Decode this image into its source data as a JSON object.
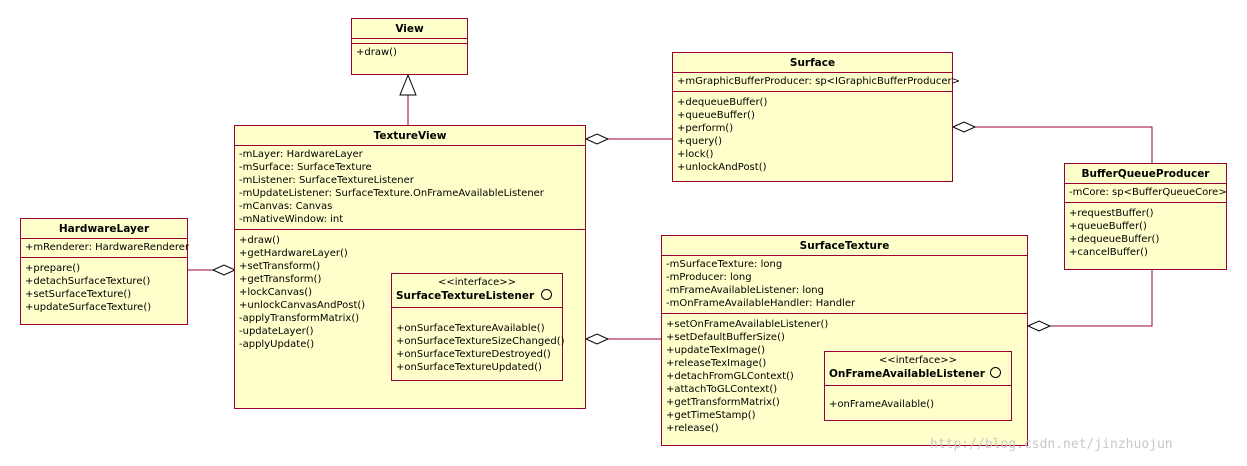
{
  "classes": {
    "view": {
      "name": "View",
      "attributes": [],
      "operations": [
        "+draw()"
      ]
    },
    "textureview": {
      "name": "TextureView",
      "attributes": [
        "-mLayer: HardwareLayer",
        "-mSurface: SurfaceTexture",
        "-mListener: SurfaceTextureListener",
        "-mUpdateListener: SurfaceTexture.OnFrameAvailableListener",
        "-mCanvas: Canvas",
        "-mNativeWindow: int"
      ],
      "operations": [
        "+draw()",
        "+getHardwareLayer()",
        "+setTransform()",
        "+getTransform()",
        "+lockCanvas()",
        "+unlockCanvasAndPost()",
        "-applyTransformMatrix()",
        "-updateLayer()",
        "-applyUpdate()"
      ]
    },
    "surface": {
      "name": "Surface",
      "attributes": [
        "+mGraphicBufferProducer: sp<IGraphicBufferProducer>"
      ],
      "operations": [
        "+dequeueBuffer()",
        "+queueBuffer()",
        "+perform()",
        "+query()",
        "+lock()",
        "+unlockAndPost()"
      ]
    },
    "bufferqueueproducer": {
      "name": "BufferQueueProducer",
      "attributes": [
        "-mCore: sp<BufferQueueCore>"
      ],
      "operations": [
        "+requestBuffer()",
        "+queueBuffer()",
        "+dequeueBuffer()",
        "+cancelBuffer()"
      ]
    },
    "hardwarelayer": {
      "name": "HardwareLayer",
      "attributes": [
        "+mRenderer: HardwareRenderer"
      ],
      "operations": [
        "+prepare()",
        "+detachSurfaceTexture()",
        "+setSurfaceTexture()",
        "+updateSurfaceTexture()"
      ]
    },
    "surfacetexture": {
      "name": "SurfaceTexture",
      "attributes": [
        "-mSurfaceTexture: long",
        "-mProducer: long",
        "-mFrameAvailableListener: long",
        "-mOnFrameAvailableHandler: Handler"
      ],
      "operations": [
        "+setOnFrameAvailableListener()",
        "+setDefaultBufferSize()",
        "+updateTexImage()",
        "+releaseTexImage()",
        "+detachFromGLContext()",
        "+attachToGLContext()",
        "+getTransformMatrix()",
        "+getTimeStamp()",
        "+release()"
      ]
    }
  },
  "interfaces": {
    "surfacetexturelistener": {
      "stereotype": "<<interface>>",
      "name": "SurfaceTextureListener",
      "operations": [
        "+onSurfaceTextureAvailable()",
        "+onSurfaceTextureSizeChanged()",
        "+onSurfaceTextureDestroyed()",
        "+onSurfaceTextureUpdated()"
      ]
    },
    "onframeavailablelistener": {
      "stereotype": "<<interface>>",
      "name": "OnFrameAvailableListener",
      "operations": [
        "+onFrameAvailable()"
      ]
    }
  },
  "watermark": "http://blog.csdn.net/jinzhuojun",
  "colors": {
    "fill": "#ffffcc",
    "border": "#990033",
    "line": "#990033"
  }
}
